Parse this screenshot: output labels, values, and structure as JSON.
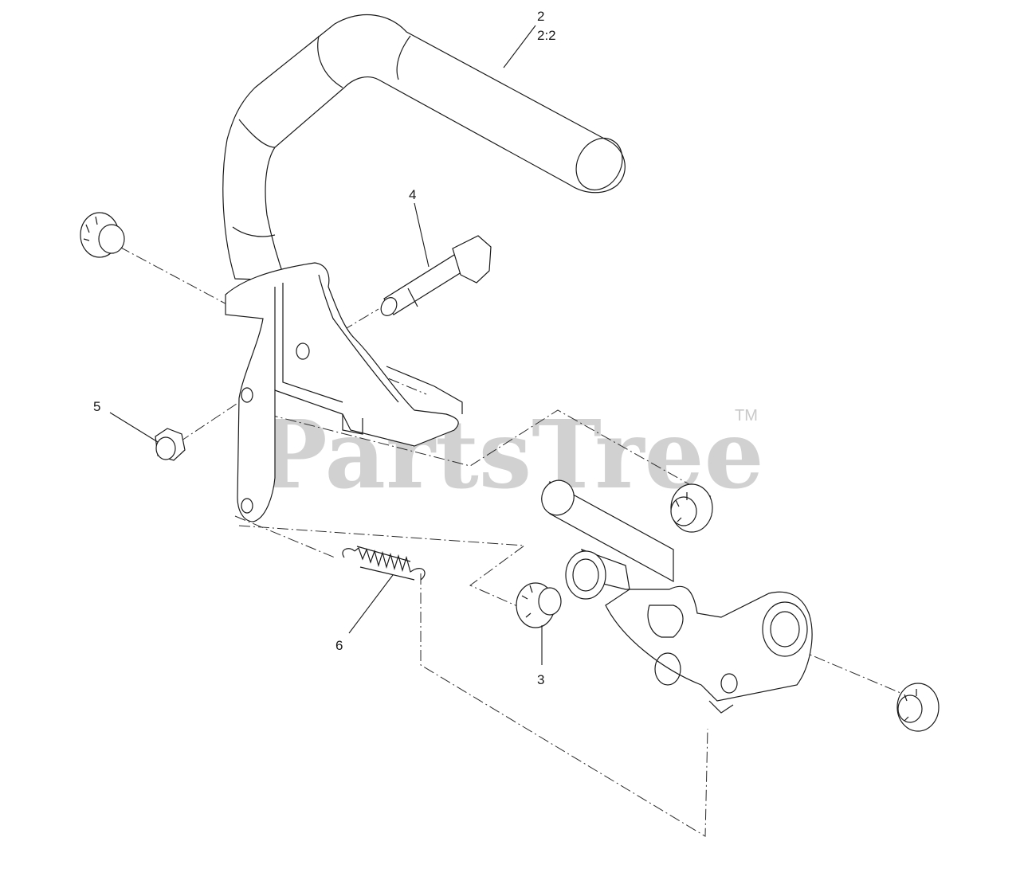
{
  "callouts": {
    "c2": "2",
    "c2sub": "2:2",
    "c4": "4",
    "c5": "5",
    "c6": "6",
    "c3": "3"
  },
  "watermark": {
    "text": "PartsTree",
    "tm": "TM"
  }
}
